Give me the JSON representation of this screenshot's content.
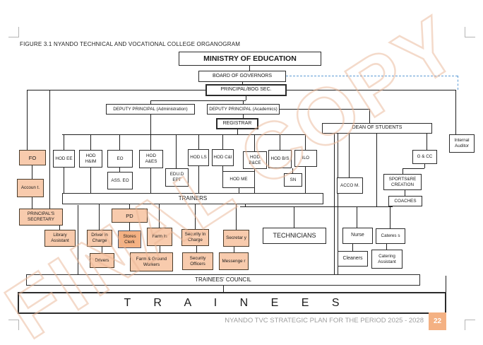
{
  "page": {
    "figure_title": "FIGURE 3.1 NYANDO TECHNICAL AND VOCATIONAL COLLEGE ORGANOGRAM",
    "footer_text": "NYANDO TVC  STRATEGIC PLAN FOR THE PERIOD 2025 - 2028",
    "page_number": "22",
    "watermark": "FINAL COPY"
  },
  "colors": {
    "box_orange": "#F8CBAD",
    "box_orange_dark": "#F4B183",
    "stores_border_blue": "#44546A",
    "dashed_line_blue": "#5B9BD5",
    "page_badge": "#F4B183"
  },
  "nodes": {
    "ministry": "MINISTRY OF EDUCATION",
    "bog": "BOARD OF GOVERNORS",
    "principal": "PRINCIPAL/BOG SEC.",
    "dp_admin": "DEPUTY PRINCIPAL (Administration)",
    "dp_acad": "DEPUTY PRINCIPAL (Academics)",
    "registrar": "REGISTRAR",
    "dean": "DEAN OF STUDENTS",
    "internal_auditor": "Internal Auditor",
    "fo": "FO",
    "hod_ee": "HOD EE",
    "hod_him": "HOD H&IM",
    "eo": "EO",
    "ass_eo": "ASS. EO",
    "hod_aes": "HOD A&ES",
    "edu_dept": "EDU.D EPT",
    "hod_ls": "HOD LS",
    "hod_ci": "HOD C&I",
    "hod_me": "HOD ME",
    "hod_bce": "HOD B&CE",
    "hod_bs": "HOD B/S",
    "ilo": "ILO",
    "sn": "SN",
    "acco_m": "ACCO M.",
    "g_cc": "G & CC",
    "sports": "SPORTS&RE CREATION",
    "coaches": "COACHES",
    "accountant": "Accoun t.",
    "trainers": "TRAINERS",
    "principals_secretary": "PRINCIPAL'S SECRETARY",
    "pd": "PD",
    "library_assistant": "Library Assistant",
    "driver_in_charge": "Driver in Charge",
    "stores_clerk": "Stores Clerk",
    "farm_in": "Farm in",
    "security_in_charge": "Security In Charge",
    "secretary": "Secretar y",
    "technicians": "TECHNICIANS",
    "nurse": "Nurse",
    "caterers": "Cateres s",
    "drivers": "Drivers",
    "farm_ground_workers": "Farm & Ground Workers",
    "security_officers": "Security Officers",
    "messenger": "Messenge r",
    "cleaners": "Cleaners",
    "catering_assistant": "Catering Assistant",
    "trainees_council": "TRAINEES' COUNCIL",
    "trainees": "T R A I N E E S"
  }
}
